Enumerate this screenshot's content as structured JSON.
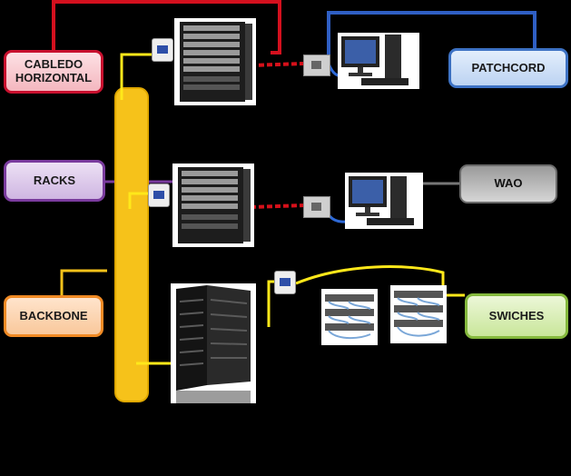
{
  "labels": {
    "cableado_horizontal": "CABLEDO HORIZONTAL",
    "racks": "RACKS",
    "backbone": "BACKBONE",
    "patchcord": "PATCHCORD",
    "wao": "WAO",
    "switches": "SWICHES"
  },
  "colors": {
    "horizontal": "#d4101e",
    "racks": "#7a3b9e",
    "backbone": "#f6c21a",
    "patchcord": "#2f5fc4",
    "wao": "#777777",
    "switches": "#84b83c",
    "patch_cable_red": "#d6101a",
    "patch_cable_blue": "#2e69d6",
    "switch_cable_yellow": "#ffe81a"
  },
  "icons": [
    "server-rack-icon",
    "wall-outlet-icon",
    "desktop-computer-icon",
    "patch-panel-icon",
    "network-switch-icon",
    "server-cluster-icon"
  ]
}
